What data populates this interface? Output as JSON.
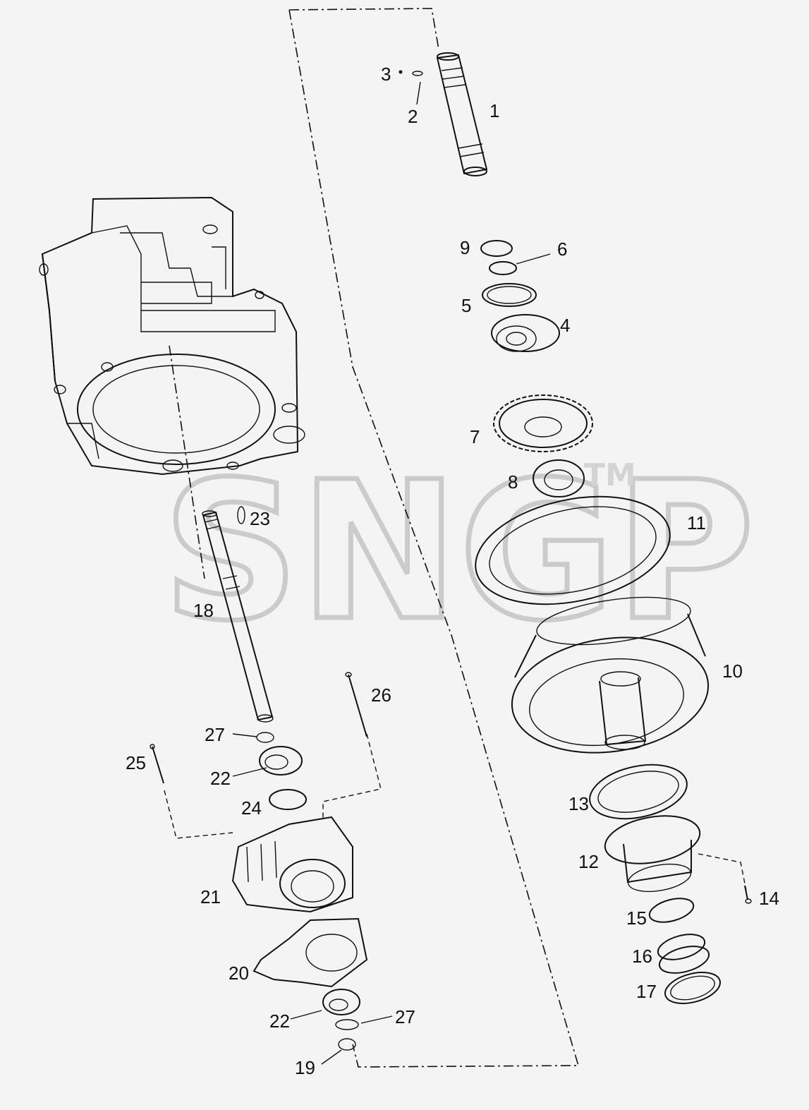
{
  "watermark": {
    "text": "SNGP",
    "tm": "TM"
  },
  "callouts": [
    "1",
    "2",
    "3",
    "4",
    "5",
    "6",
    "7",
    "8",
    "9",
    "10",
    "11",
    "12",
    "13",
    "14",
    "15",
    "16",
    "17",
    "18",
    "19",
    "20",
    "21",
    "22",
    "22",
    "23",
    "24",
    "25",
    "26",
    "27",
    "27"
  ]
}
